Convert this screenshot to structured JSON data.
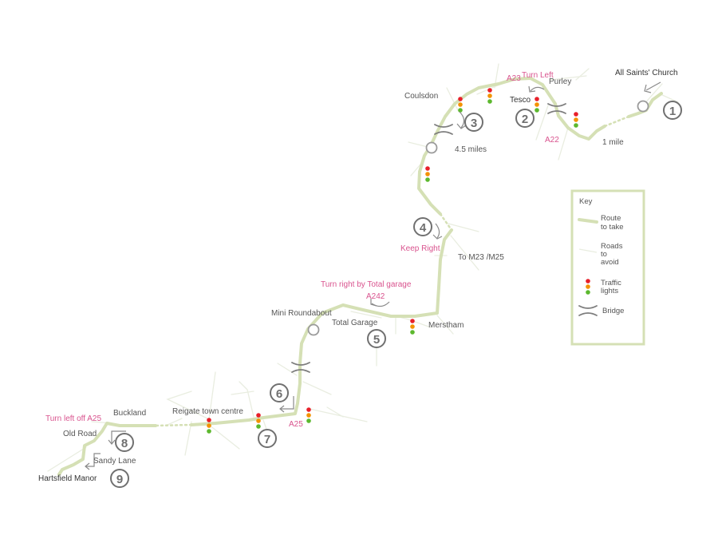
{
  "places": {
    "church": "All Saints' Church",
    "purley": "Purley",
    "tesco": "Tesco",
    "coulsdon": "Coulsdon",
    "one_mile": "1 mile",
    "four_half": "4.5 miles",
    "m23": "To M23 /M25",
    "merstham": "Merstham",
    "total_garage": "Total Garage",
    "mini_roundabout": "Mini Roundabout",
    "reigate": "Reigate town centre",
    "buckland": "Buckland",
    "old_road": "Old Road",
    "sandy_lane": "Sandy Lane",
    "hartsfield": "Hartsfield Manor"
  },
  "directions": {
    "turn_left": "Turn Left",
    "a23": "A23",
    "a22": "A22",
    "keep_right": "Keep Right",
    "turn_right_total": "Turn right by Total garage",
    "a242": "A242",
    "a25": "A25",
    "turn_left_a25": "Turn left off A25"
  },
  "steps": [
    "1",
    "2",
    "3",
    "4",
    "5",
    "6",
    "7",
    "8",
    "9"
  ],
  "key": {
    "title": "Key",
    "route_l1": "Route",
    "route_l2": "to take",
    "avoid_l1": "Roads",
    "avoid_l2": "to",
    "avoid_l3": "avoid",
    "lights_l1": "Traffic",
    "lights_l2": "lights",
    "bridge": "Bridge"
  },
  "colors": {
    "route": "#d5e0b5",
    "avoid_road": "#e9ede0",
    "label_pink": "#d9538e",
    "light_red": "#e8202a",
    "light_amber": "#f39200",
    "light_green": "#5cb82e"
  }
}
